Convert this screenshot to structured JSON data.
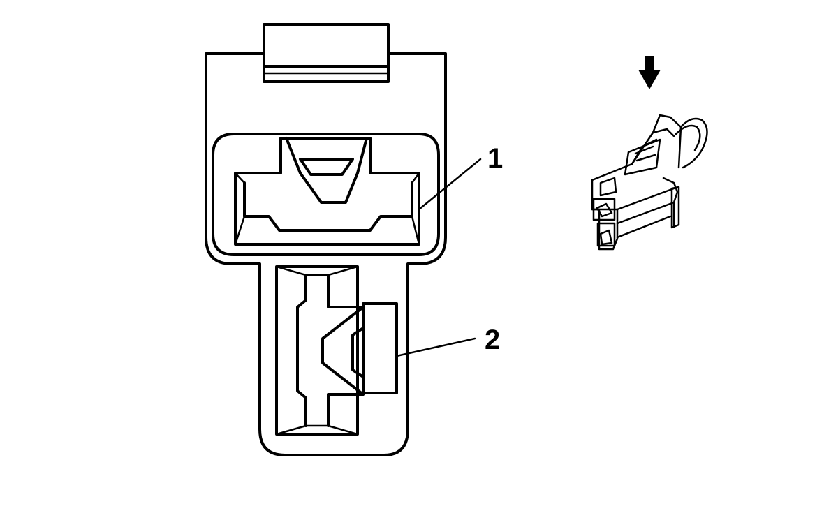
{
  "callouts": [
    {
      "id": "1",
      "label": "1"
    },
    {
      "id": "2",
      "label": "2"
    }
  ],
  "colors": {
    "line": "#000000",
    "background": "#ffffff"
  },
  "icons": {
    "direction_arrow": "down-arrow-icon"
  }
}
